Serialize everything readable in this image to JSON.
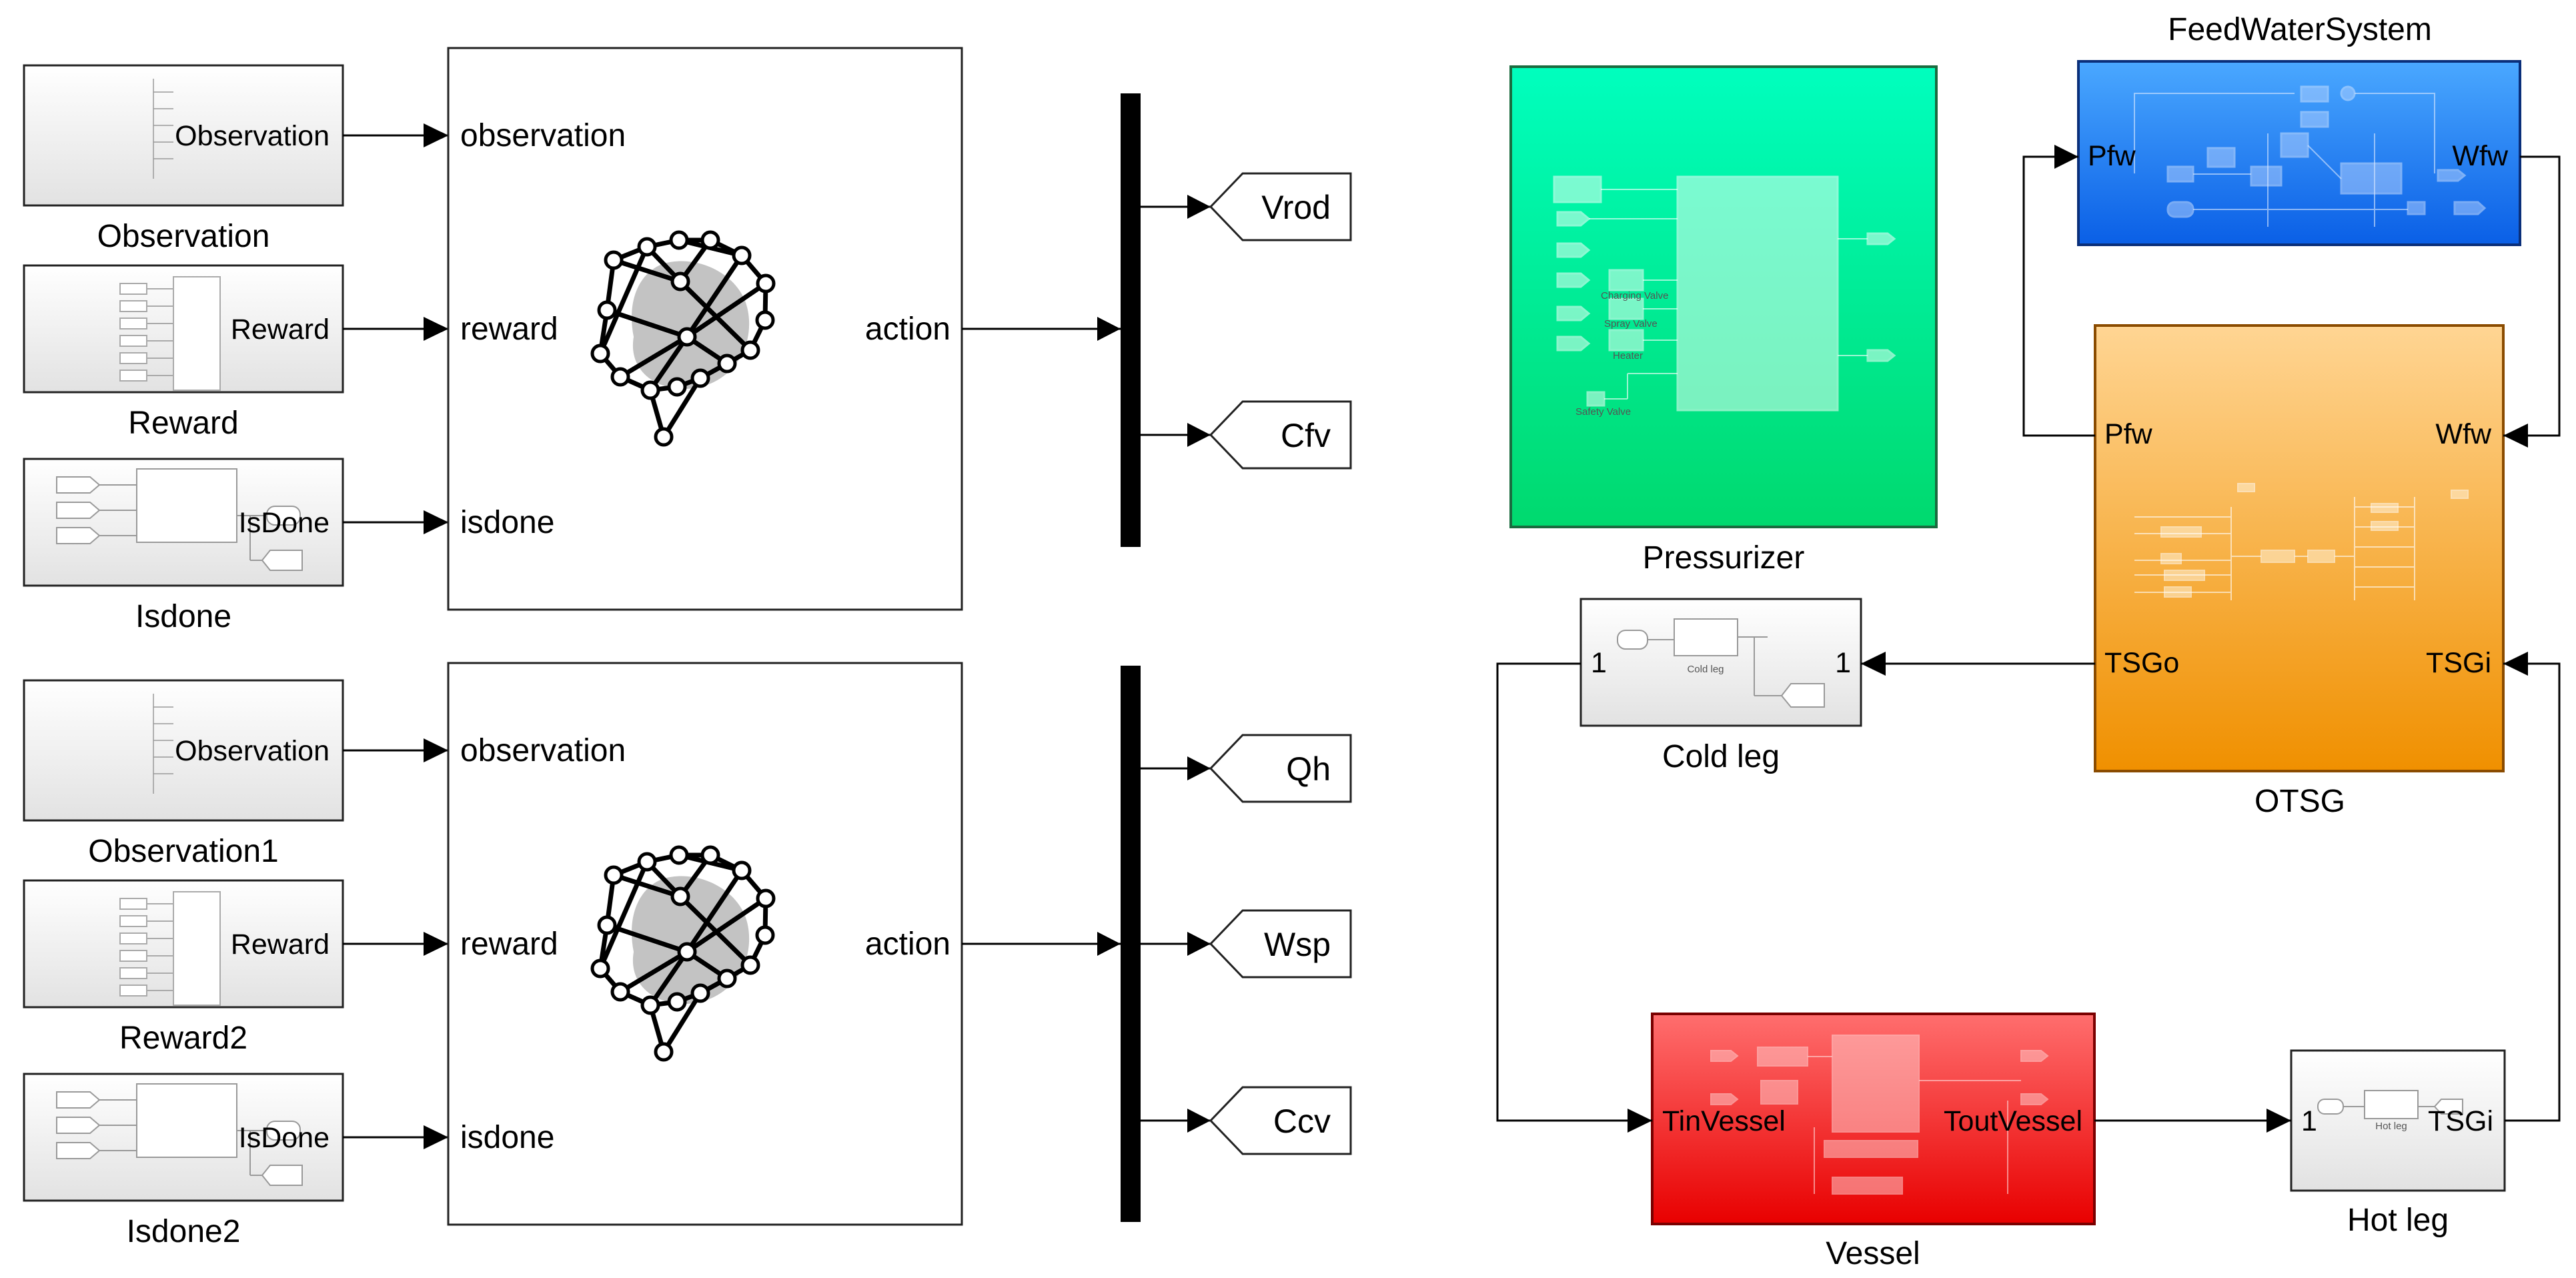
{
  "rl_agents": [
    {
      "inputs": [
        {
          "block_port": "Observation",
          "block_name": "Observation",
          "agent_port": "observation"
        },
        {
          "block_port": "Reward",
          "block_name": "Reward",
          "agent_port": "reward"
        },
        {
          "block_port": "IsDone",
          "block_name": "Isdone",
          "agent_port": "isdone"
        }
      ],
      "output_port": "action",
      "gotos": [
        "Vrod",
        "Cfv"
      ]
    },
    {
      "inputs": [
        {
          "block_port": "Observation",
          "block_name": "Observation1",
          "agent_port": "observation"
        },
        {
          "block_port": "Reward",
          "block_name": "Reward2",
          "agent_port": "reward"
        },
        {
          "block_port": "IsDone",
          "block_name": "Isdone2",
          "agent_port": "isdone"
        }
      ],
      "output_port": "action",
      "gotos": [
        "Qh",
        "Wsp",
        "Ccv"
      ]
    }
  ],
  "plant": {
    "feedwater": {
      "name": "FeedWaterSystem",
      "in_port": "Pfw",
      "out_port": "Wfw"
    },
    "pressurizer": {
      "name": "Pressurizer",
      "inner_labels": [
        "Charging Valve",
        "Spray Valve",
        "Heater",
        "Safety Valve"
      ]
    },
    "otsg": {
      "name": "OTSG",
      "ports": {
        "pfw": "Pfw",
        "wfw": "Wfw",
        "tsgo": "TSGo",
        "tsgi": "TSGi"
      }
    },
    "cold_leg": {
      "name": "Cold leg",
      "in_port": "1",
      "out_port": "1",
      "inner_label": "Cold leg"
    },
    "vessel": {
      "name": "Vessel",
      "in_port": "TinVessel",
      "out_port": "ToutVessel"
    },
    "hot_leg": {
      "name": "Hot leg",
      "in_port": "1",
      "out_port": "TSGi",
      "inner_label": "Hot leg"
    }
  },
  "colors": {
    "pressurizer_top": "#00ffbe",
    "pressurizer_bottom": "#00d96e",
    "feedwater_top": "#4aa8ff",
    "feedwater_bottom": "#0a5fe6",
    "otsg_top": "#ffd593",
    "otsg_bottom": "#f09000",
    "vessel_top": "#ff6e6e",
    "vessel_bottom": "#e80000",
    "subsystem_top": "#ffffff",
    "subsystem_bottom": "#e2e2e2"
  }
}
